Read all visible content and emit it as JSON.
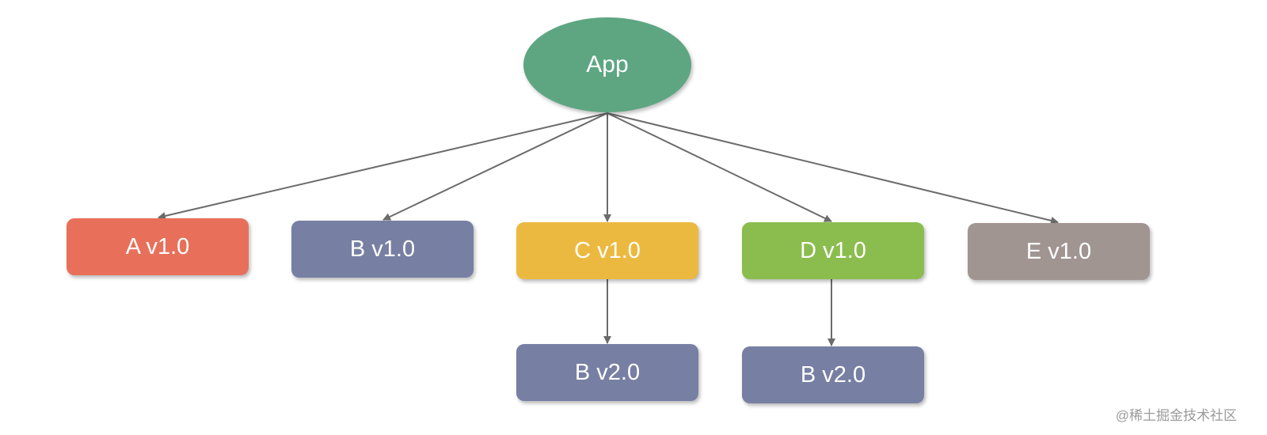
{
  "diagram": {
    "root": {
      "label": "App",
      "color": "#5ea682"
    },
    "level1": [
      {
        "label": "A v1.0",
        "color": "#e8705a"
      },
      {
        "label": "B v1.0",
        "color": "#777fa3"
      },
      {
        "label": "C v1.0",
        "color": "#ecb940"
      },
      {
        "label": "D v1.0",
        "color": "#8bbd4e"
      },
      {
        "label": "E v1.0",
        "color": "#a19592"
      }
    ],
    "level2": [
      {
        "label": "B v2.0",
        "parent": "C v1.0",
        "color": "#777fa3"
      },
      {
        "label": "B v2.0",
        "parent": "D v1.0",
        "color": "#777fa3"
      }
    ],
    "edge_color": "#6b6b6b"
  },
  "watermark": "@稀土掘金技术社区"
}
